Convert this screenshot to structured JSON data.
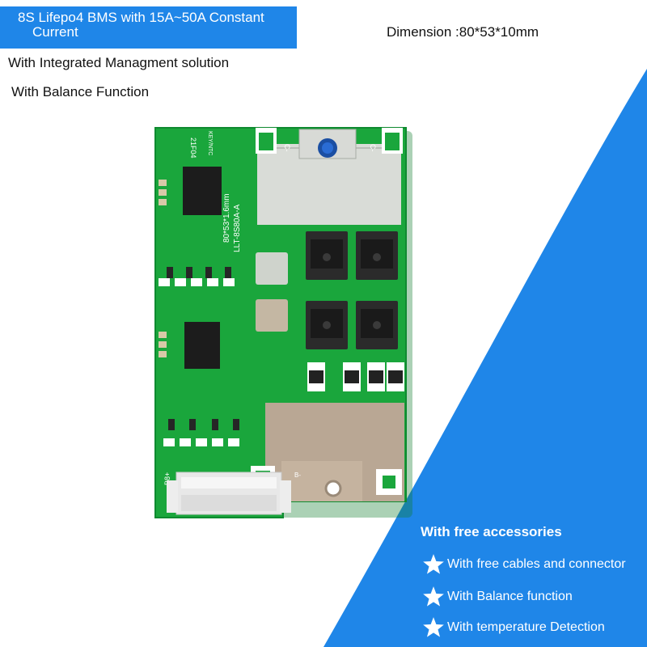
{
  "header": {
    "title_line1": "8S Lifepo4 BMS with 15A~50A Constant",
    "title_line2": "Current",
    "dimension": "Dimension :80*53*10mm"
  },
  "features": [
    "With Integrated Managment solution",
    "With Balance Function"
  ],
  "accessories": {
    "title": "With free accessories",
    "items": [
      "With free cables and connector",
      "With  Balance function",
      "With temperature Detection"
    ]
  },
  "board_labels": {
    "model": "LLT-8S80A-A",
    "size": "80*53*1.6mm",
    "code": "21F04",
    "key": "KEY/NTC",
    "terminal_c1": "C-",
    "terminal_c2": "C-",
    "terminal_b": "B-",
    "terminal_bplus": "B8+"
  },
  "colors": {
    "brand_blue": "#1f86e8",
    "pcb_green": "#1aa63c",
    "white": "#ffffff"
  }
}
